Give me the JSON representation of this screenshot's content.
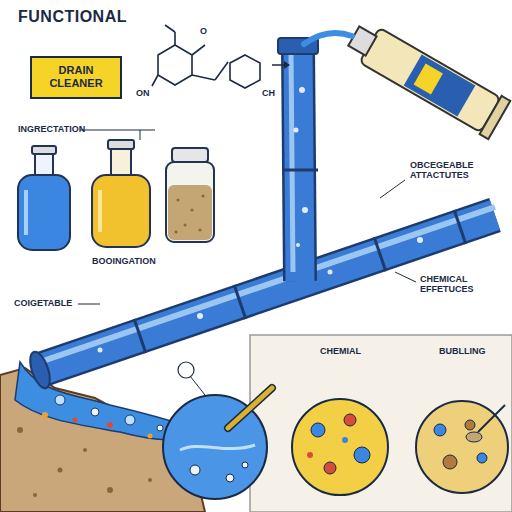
{
  "diagram": {
    "title": "FUNCTIONAL",
    "nodes": [
      {
        "text": [
          "DRAIN CLEANER"
        ]
      }
    ],
    "labels": [
      "O",
      "ON",
      "CH",
      "INGRECTATION",
      "BOOINGATION",
      "COIGETABLE",
      "OBCEGEABLE ATTACTUTES",
      "CHEMICAL EFFETUCES",
      "CHEMIAL",
      "BUBLLING"
    ]
  }
}
